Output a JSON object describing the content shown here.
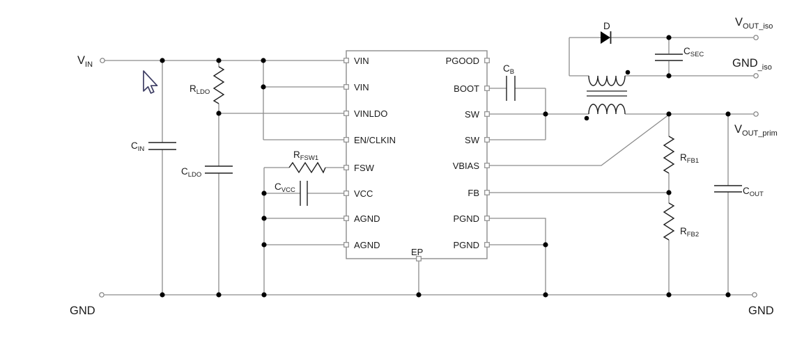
{
  "ic": {
    "left_pins": [
      "VIN",
      "VIN",
      "VINLDO",
      "EN/CLKIN",
      "FSW",
      "VCC",
      "AGND",
      "AGND"
    ],
    "right_pins": [
      "PGOOD",
      "BOOT",
      "SW",
      "SW",
      "VBIAS",
      "FB",
      "PGND",
      "PGND"
    ],
    "bottom_pin": "EP"
  },
  "components": {
    "rldo": {
      "base": "R",
      "sub": "LDO"
    },
    "cin": {
      "base": "C",
      "sub": "IN"
    },
    "cldo": {
      "base": "C",
      "sub": "LDO"
    },
    "rfsw1": {
      "base": "R",
      "sub": "FSW1"
    },
    "cvcc": {
      "base": "C",
      "sub": "VCC"
    },
    "cb": {
      "base": "C",
      "sub": "B"
    },
    "csec": {
      "base": "C",
      "sub": "SEC"
    },
    "cout": {
      "base": "C",
      "sub": "OUT"
    },
    "rfb1": {
      "base": "R",
      "sub": "FB1"
    },
    "rfb2": {
      "base": "R",
      "sub": "FB2"
    },
    "diode": "D"
  },
  "terminals": {
    "vin": {
      "base": "V",
      "sub": "IN"
    },
    "vout_iso": {
      "base": "V",
      "sub": "OUT_iso"
    },
    "gnd_iso": {
      "base": "GND",
      "sub": "_iso"
    },
    "vout_prim": {
      "base": "V",
      "sub": "OUT_prim"
    },
    "gnd_left": "GND",
    "gnd_right": "GND"
  },
  "colors": {
    "wire": "#8c8c8c",
    "component": "#1f1f1f",
    "text": "#1a1a1a",
    "background": "#ffffff"
  }
}
